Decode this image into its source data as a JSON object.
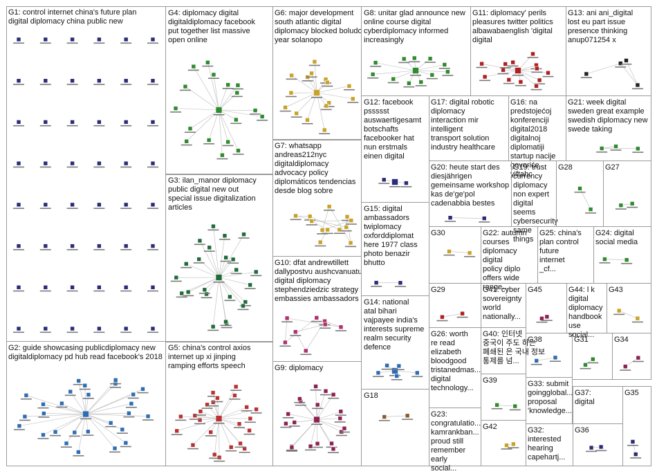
{
  "graph": {
    "groups": [
      {
        "id": "G1",
        "label": "G1: control internet china's future plan digital diplomacy china public new",
        "color": "#2b2b7a",
        "nodes": 48,
        "layout": "grid"
      },
      {
        "id": "G2",
        "label": "G2: guide showcasing publicdiplomacy new digitaldiplomacy pd hub read facebook's 2018",
        "color": "#2f6db3",
        "nodes": 28,
        "layout": "hub"
      },
      {
        "id": "G3",
        "label": "G3: ilan_manor diplomacy public digital new out special issue digitalization articles",
        "color": "#1f6b3a",
        "nodes": 24,
        "layout": "hub"
      },
      {
        "id": "G4",
        "label": "G4: diplomacy digital digitaldiplomacy facebook put together list massive open online",
        "color": "#2e8b2e",
        "nodes": 18,
        "layout": "hub"
      },
      {
        "id": "G5",
        "label": "G5: china's control axios internet up xi jinping ramping efforts speech",
        "color": "#b83232",
        "nodes": 24,
        "layout": "hub"
      },
      {
        "id": "G6",
        "label": "G6: major development south atlantic digital diplomacy blocked boludo year solanopo",
        "color": "#c9a227",
        "nodes": 16,
        "layout": "hub"
      },
      {
        "id": "G7",
        "label": "G7: whatsapp andreas212nyc digitaldiplomacy advocacy policy diplomáticos tendencias desde blog sobre",
        "color": "#c9a227",
        "nodes": 12,
        "layout": "scatter"
      },
      {
        "id": "G8",
        "label": "G8: unitar glad announce new online course digital cyberdiplomacy informed increasingly",
        "color": "#2e8b2e",
        "nodes": 12,
        "layout": "hub"
      },
      {
        "id": "G9",
        "label": "G9: diplomacy",
        "color": "#8b2252",
        "nodes": 20,
        "layout": "hub"
      },
      {
        "id": "G10",
        "label": "G10: dfat andrewtillett dallypostvu aushcvanuatu digital diplomacy stephendziedzic strategy embassies ambassadors",
        "color": "#b0306e",
        "nodes": 8,
        "layout": "scatter"
      },
      {
        "id": "G11",
        "label": "G11: diplomacy' perils pleasures twitter politics albawabaenglish 'digital digital",
        "color": "#b02020",
        "nodes": 14,
        "layout": "hub"
      },
      {
        "id": "G12",
        "label": "G12: facebook pssssst auswaertigesamt botschafts facebooker hat nun erstmals einen digital",
        "color": "#2b2b7a",
        "nodes": 3,
        "layout": "hub"
      },
      {
        "id": "G13",
        "label": "G13: ani ani_digital lost eu part issue presence thinking anup071254 x",
        "color": "#222222",
        "nodes": 4,
        "layout": "scatter"
      },
      {
        "id": "G14",
        "label": "G14: national atal bihari vajpayee india's interests supreme realm security defence",
        "color": "#2f6db3",
        "nodes": 6,
        "layout": "hub"
      },
      {
        "id": "G15",
        "label": "G15: digital ambassadors twiplomacy oxforddiplomat here 1977 class photo benazir bhutto",
        "color": "#2b2b7a",
        "nodes": 2,
        "layout": "scatter"
      },
      {
        "id": "G16",
        "label": "G16: na predstojećoj konferenciji digital2018 digitalnoj diplomatiji startup nacije govoriće yiftahc",
        "color": "#2e8b2e",
        "nodes": 3,
        "layout": "scatter"
      },
      {
        "id": "G17",
        "label": "G17: digital robotic diplomacy interaction mir intelligent transport solution industry healthcare",
        "color": "#b02020",
        "nodes": 3,
        "layout": "scatter"
      },
      {
        "id": "G18",
        "label": "G18",
        "color": "#8b5a2b",
        "nodes": 2,
        "layout": "scatter"
      },
      {
        "id": "G19",
        "label": "G19: trust currency diplomacy non expert digital seems cybersecurity same things",
        "color": "#2b2b7a",
        "nodes": 2,
        "layout": "scatter"
      },
      {
        "id": "G20",
        "label": "G20: heute start des diesjährigen gemeinsame workshop kas de'ge'pol cadenabbia bestes",
        "color": "#2b2b7a",
        "nodes": 2,
        "layout": "scatter"
      },
      {
        "id": "G21",
        "label": "G21: week digital sweden great example swedish diplomacy new swede taking",
        "color": "#2e8b2e",
        "nodes": 3,
        "layout": "scatter"
      },
      {
        "id": "G22",
        "label": "G22: autumn courses diplomacy digital policy diplo offers wide range...",
        "color": "#2b2b7a",
        "nodes": 2,
        "layout": "scatter"
      },
      {
        "id": "G23",
        "label": "G23: congratulatio... kamrankban... proud still remember early social...",
        "color": "#8b5a2b",
        "nodes": 2,
        "layout": "scatter"
      },
      {
        "id": "G24",
        "label": "G24: digital social media",
        "color": "#2e8b2e",
        "nodes": 2,
        "layout": "scatter"
      },
      {
        "id": "G25",
        "label": "G25: china's plan control future internet _cf...",
        "color": "#2b2b7a",
        "nodes": 2,
        "layout": "scatter"
      },
      {
        "id": "G26",
        "label": "G26: worth re read elizabeth bloodgood tristanedmas... digital technology...",
        "color": "#2b2b7a",
        "nodes": 2,
        "layout": "scatter"
      },
      {
        "id": "G27",
        "label": "G27",
        "color": "#2e8b2e",
        "nodes": 2,
        "layout": "scatter"
      },
      {
        "id": "G28",
        "label": "G28",
        "color": "#2e8b2e",
        "nodes": 2,
        "layout": "scatter"
      },
      {
        "id": "G29",
        "label": "G29",
        "color": "#b02020",
        "nodes": 2,
        "layout": "scatter"
      },
      {
        "id": "G30",
        "label": "G30",
        "color": "#c9a227",
        "nodes": 2,
        "layout": "scatter"
      },
      {
        "id": "G31",
        "label": "G31",
        "color": "#2e8b2e",
        "nodes": 2,
        "layout": "scatter"
      },
      {
        "id": "G32",
        "label": "G32: interested hearing capehartj...",
        "color": "#2b2b7a",
        "nodes": 2,
        "layout": "scatter"
      },
      {
        "id": "G33",
        "label": "G33: submit goingglobal... proposal 'knowledge...",
        "color": "#2b2b7a",
        "nodes": 2,
        "layout": "scatter"
      },
      {
        "id": "G34",
        "label": "G34",
        "color": "#8b2252",
        "nodes": 2,
        "layout": "scatter"
      },
      {
        "id": "G35",
        "label": "G35",
        "color": "#2b2b7a",
        "nodes": 2,
        "layout": "scatter"
      },
      {
        "id": "G36",
        "label": "G36",
        "color": "#2b2b7a",
        "nodes": 2,
        "layout": "scatter"
      },
      {
        "id": "G37",
        "label": "G37: digital",
        "color": "#2b2b7a",
        "nodes": 2,
        "layout": "scatter"
      },
      {
        "id": "G38",
        "label": "G38",
        "color": "#2f6db3",
        "nodes": 2,
        "layout": "scatter"
      },
      {
        "id": "G39",
        "label": "G39",
        "color": "#2e8b2e",
        "nodes": 2,
        "layout": "scatter"
      },
      {
        "id": "G40",
        "label": "G40: 인터넷 중국이 주도 하는 폐쇄된 은 국내 정보 통제를 넘...",
        "color": "#b02020",
        "nodes": 2,
        "layout": "scatter"
      },
      {
        "id": "G41",
        "label": "G41: cyber sovereignty world nationally...",
        "color": "#b02020",
        "nodes": 2,
        "layout": "scatter"
      },
      {
        "id": "G42",
        "label": "G42",
        "color": "#c9a227",
        "nodes": 2,
        "layout": "scatter"
      },
      {
        "id": "G43",
        "label": "G43",
        "color": "#c9a227",
        "nodes": 2,
        "layout": "scatter"
      },
      {
        "id": "G44",
        "label": "G44: l k digital diplomacy handbook use social...",
        "color": "#2b2b7a",
        "nodes": 2,
        "layout": "scatter"
      },
      {
        "id": "G45",
        "label": "G45",
        "color": "#8b2252",
        "nodes": 2,
        "layout": "scatter"
      }
    ]
  }
}
